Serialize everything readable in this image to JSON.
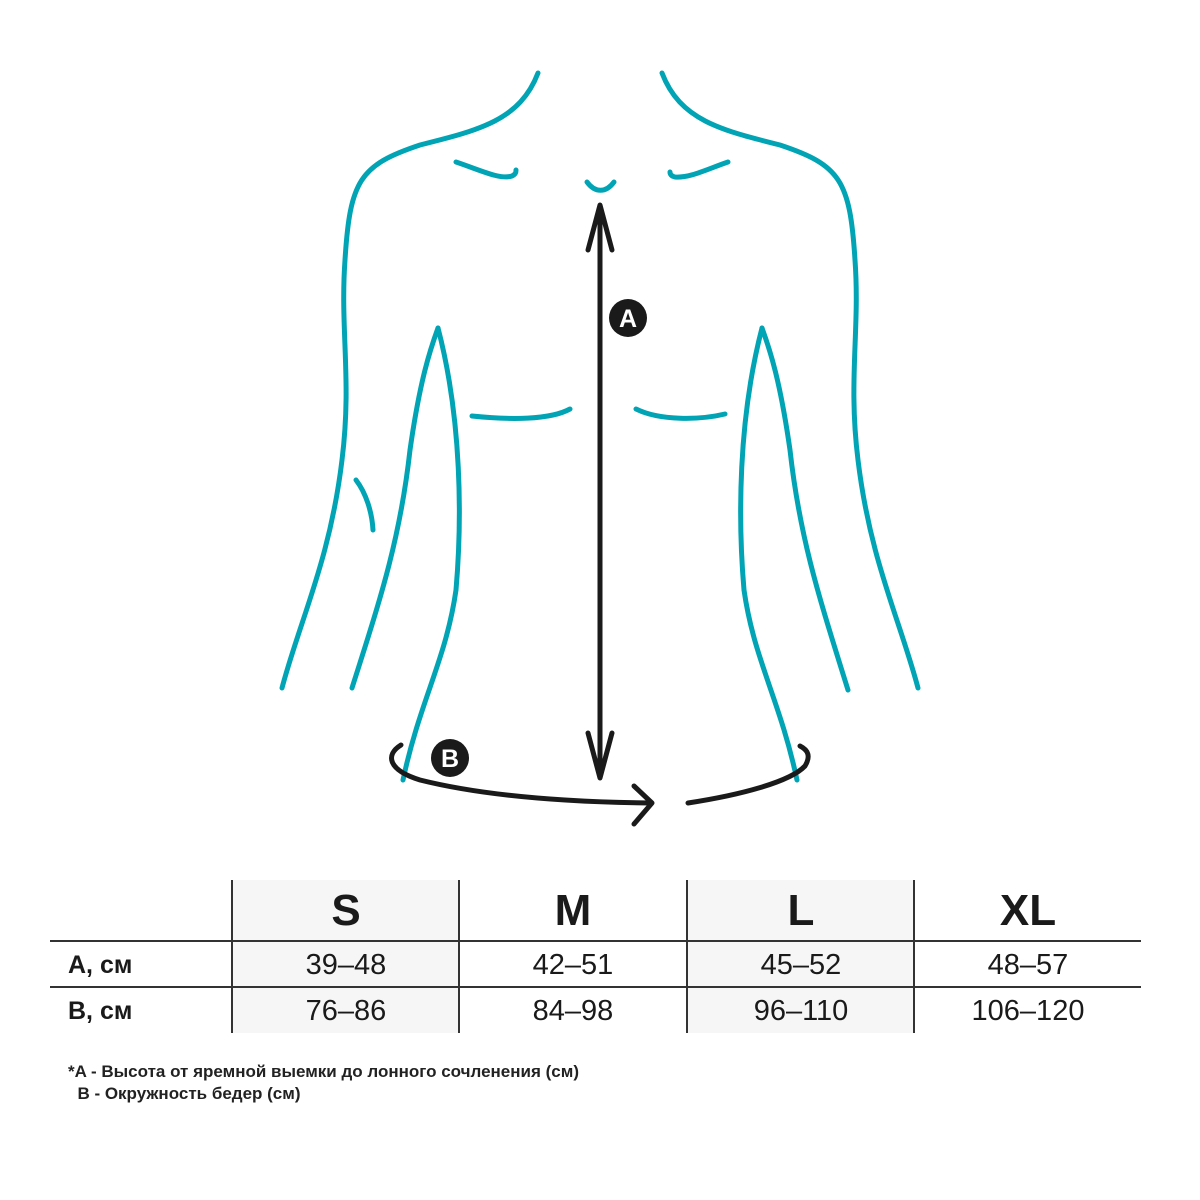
{
  "colors": {
    "outline": "#00a4b4",
    "arrow": "#1a1a1a"
  },
  "markers": {
    "a": "A",
    "b": "B"
  },
  "table": {
    "sizes": [
      "S",
      "M",
      "L",
      "XL"
    ],
    "rows": [
      {
        "label": "A, см",
        "values": [
          "39–48",
          "42–51",
          "45–52",
          "48–57"
        ]
      },
      {
        "label": "B, см",
        "values": [
          "76–86",
          "84–98",
          "96–110",
          "106–120"
        ]
      }
    ]
  },
  "notes": {
    "a": "*A - Высота от яремной выемки до лонного сочленения (см)",
    "b": "  B - Окружность бедер (см)"
  }
}
